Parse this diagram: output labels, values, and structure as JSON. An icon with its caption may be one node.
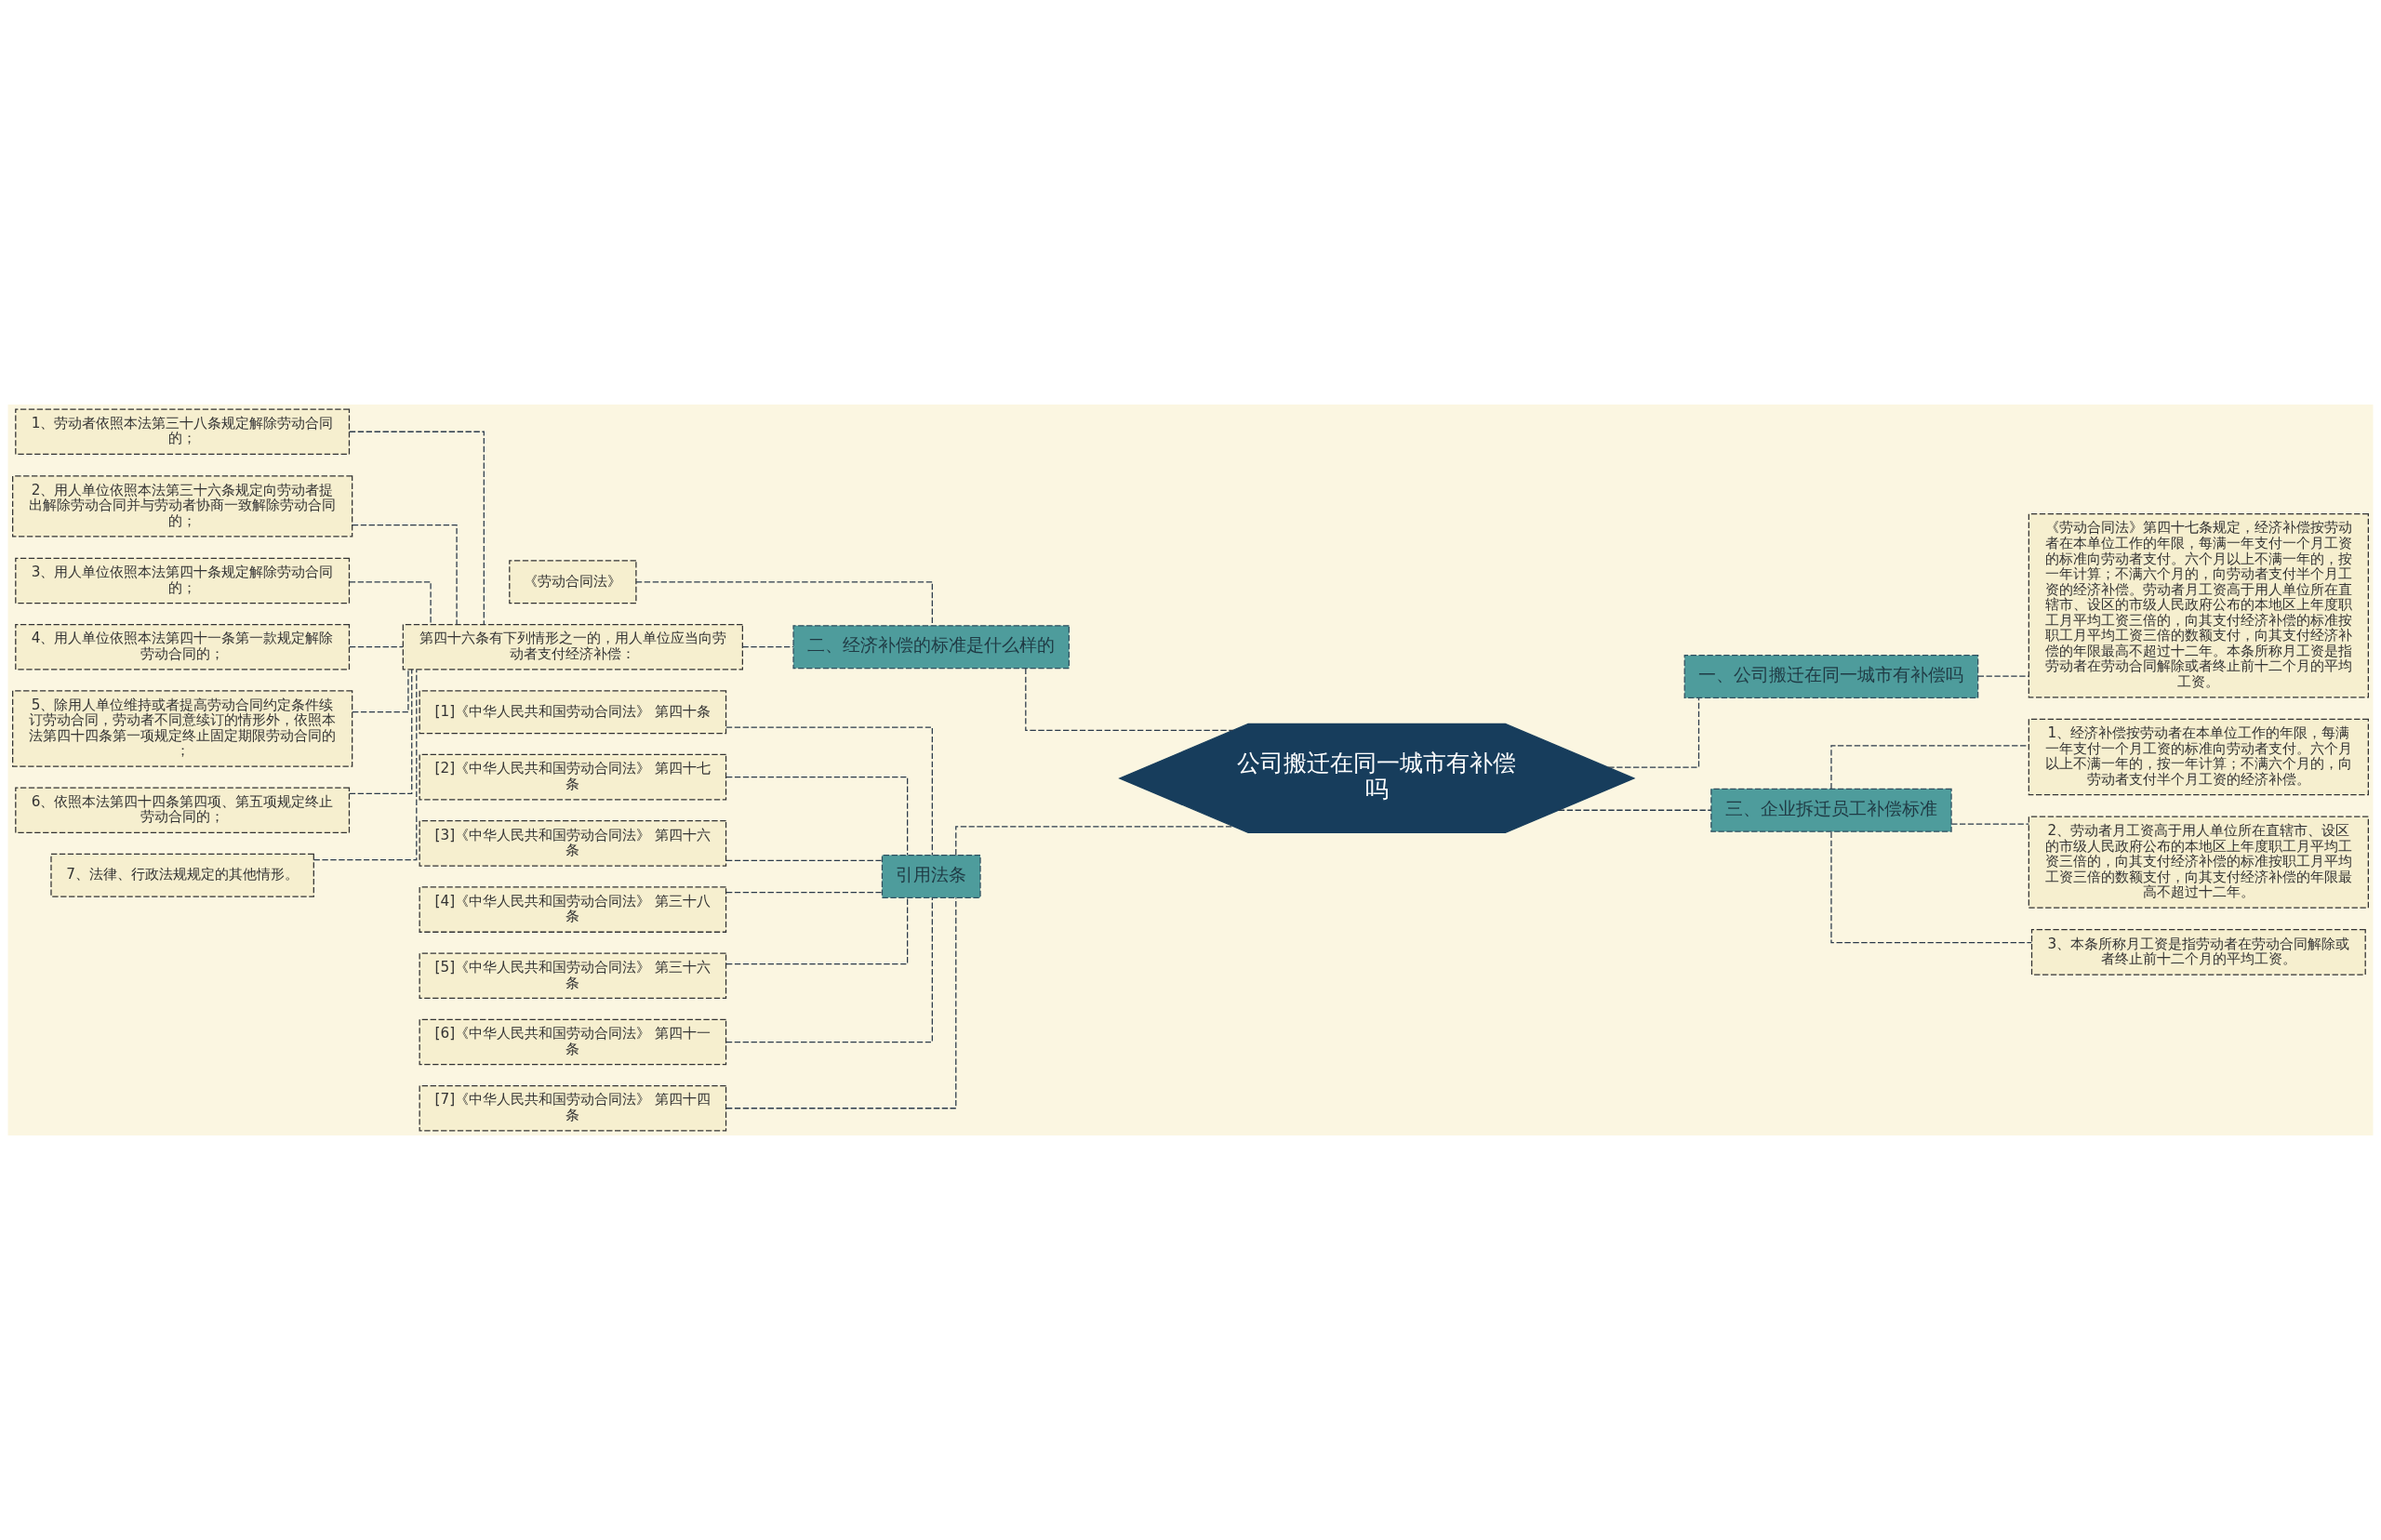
{
  "diagram": {
    "nodes": [
      {
        "text": [
          "公司搬迁在同一城市有补偿吗"
        ]
      },
      {
        "text": [
          "二、经济补偿的标准是什么样的"
        ]
      },
      {
        "text": [
          "《劳动合同法》"
        ]
      },
      {
        "text": [
          "第四十六条有下列情形之一的，用人单位应当向劳动者支付经济补偿："
        ]
      },
      {
        "text": [
          "1、劳动者依照本法第三十八条规定解除劳动合同的；"
        ]
      },
      {
        "text": [
          "2、用人单位依照本法第三十六条规定向劳动者提出解除劳动合同并与劳动者协商一致解除劳动合同的；"
        ]
      },
      {
        "text": [
          "3、用人单位依照本法第四十条规定解除劳动合同的；"
        ]
      },
      {
        "text": [
          "4、用人单位依照本法第四十一条第一款规定解除劳动合同的；"
        ]
      },
      {
        "text": [
          "5、除用人单位维持或者提高劳动合同约定条件续订劳动合同，劳动者不同意续订的情形外，依照本法第四十四条第一项规定终止固定期限劳动合同的；"
        ]
      },
      {
        "text": [
          "6、依照本法第四十四条第四项、第五项规定终止劳动合同的；"
        ]
      },
      {
        "text": [
          "7、法律、行政法规规定的其他情形。"
        ]
      },
      {
        "text": [
          "引用法条"
        ]
      },
      {
        "text": [
          "[1]《中华人民共和国劳动合同法》 第四十条"
        ]
      },
      {
        "text": [
          "[2]《中华人民共和国劳动合同法》 第四十七条"
        ]
      },
      {
        "text": [
          "[3]《中华人民共和国劳动合同法》 第四十六条"
        ]
      },
      {
        "text": [
          "[4]《中华人民共和国劳动合同法》 第三十八条"
        ]
      },
      {
        "text": [
          "[5]《中华人民共和国劳动合同法》 第三十六条"
        ]
      },
      {
        "text": [
          "[6]《中华人民共和国劳动合同法》 第四十一条"
        ]
      },
      {
        "text": [
          "[7]《中华人民共和国劳动合同法》 第四十四条"
        ]
      },
      {
        "text": [
          "一、公司搬迁在同一城市有补偿吗"
        ]
      },
      {
        "text": [
          "《劳动合同法》第四十七条规定，经济补偿按劳动者在本单位工作的年限，每满一年支付一个月工资的标准向劳动者支付。六个月以上不满一年的，按一年计算；不满六个月的，向劳动者支付半个月工资的经济补偿。劳动者月工资高于用人单位所在直辖市、设区的市级人民政府公布的本地区上年度职工月平均工资三倍的，向其支付经济补偿的标准按职工月平均工资三倍的数额支付，向其支付经济补偿的年限最高不超过十二年。本条所称月工资是指劳动者在劳动合同解除或者终止前十二个月的平均工资。"
        ]
      },
      {
        "text": [
          "三、企业拆迁员工补偿标准"
        ]
      },
      {
        "text": [
          "1、经济补偿按劳动者在本单位工作的年限，每满一年支付一个月工资的标准向劳动者支付。六个月以上不满一年的，按一年计算；不满六个月的，向劳动者支付半个月工资的经济补偿。"
        ]
      },
      {
        "text": [
          "2、劳动者月工资高于用人单位所在直辖市、设区的市级人民政府公布的本地区上年度职工月平均工资三倍的，向其支付经济补偿的标准按职工月平均工资三倍的数额支付，向其支付经济补偿的年限最高不超过十二年。"
        ]
      },
      {
        "text": [
          "3、本条所称月工资是指劳动者在劳动合同解除或者终止前十二个月的平均工资。"
        ]
      }
    ],
    "edges": [
      {
        "from": 2,
        "to": 1,
        "arrow": "none",
        "style": "dashed"
      },
      {
        "from": 4,
        "to": 3,
        "arrow": "none",
        "style": "dashed"
      },
      {
        "from": 5,
        "to": 3,
        "arrow": "none",
        "style": "dashed"
      },
      {
        "from": 6,
        "to": 3,
        "arrow": "none",
        "style": "dashed"
      },
      {
        "from": 7,
        "to": 3,
        "arrow": "none",
        "style": "dashed"
      },
      {
        "from": 8,
        "to": 3,
        "arrow": "none",
        "style": "dashed"
      },
      {
        "from": 9,
        "to": 3,
        "arrow": "none",
        "style": "dashed"
      },
      {
        "from": 10,
        "to": 3,
        "arrow": "none",
        "style": "dashed"
      },
      {
        "from": 3,
        "to": 1,
        "arrow": "none",
        "style": "dashed"
      },
      {
        "from": 1,
        "to": 0,
        "arrow": "none",
        "style": "dashed"
      },
      {
        "from": 12,
        "to": 11,
        "arrow": "none",
        "style": "dashed"
      },
      {
        "from": 13,
        "to": 11,
        "arrow": "none",
        "style": "dashed"
      },
      {
        "from": 14,
        "to": 11,
        "arrow": "none",
        "style": "dashed"
      },
      {
        "from": 15,
        "to": 11,
        "arrow": "none",
        "style": "dashed"
      },
      {
        "from": 16,
        "to": 11,
        "arrow": "none",
        "style": "dashed"
      },
      {
        "from": 17,
        "to": 11,
        "arrow": "none",
        "style": "dashed"
      },
      {
        "from": 18,
        "to": 11,
        "arrow": "none",
        "style": "dashed"
      },
      {
        "from": 11,
        "to": 0,
        "arrow": "none",
        "style": "dashed"
      },
      {
        "from": 0,
        "to": 19,
        "arrow": "none",
        "style": "dashed"
      },
      {
        "from": 19,
        "to": 20,
        "arrow": "none",
        "style": "dashed"
      },
      {
        "from": 0,
        "to": 21,
        "arrow": "none",
        "style": "dashed"
      },
      {
        "from": 21,
        "to": 22,
        "arrow": "none",
        "style": "dashed"
      },
      {
        "from": 21,
        "to": 23,
        "arrow": "none",
        "style": "dashed"
      },
      {
        "from": 21,
        "to": 24,
        "arrow": "none",
        "style": "dashed"
      }
    ]
  }
}
